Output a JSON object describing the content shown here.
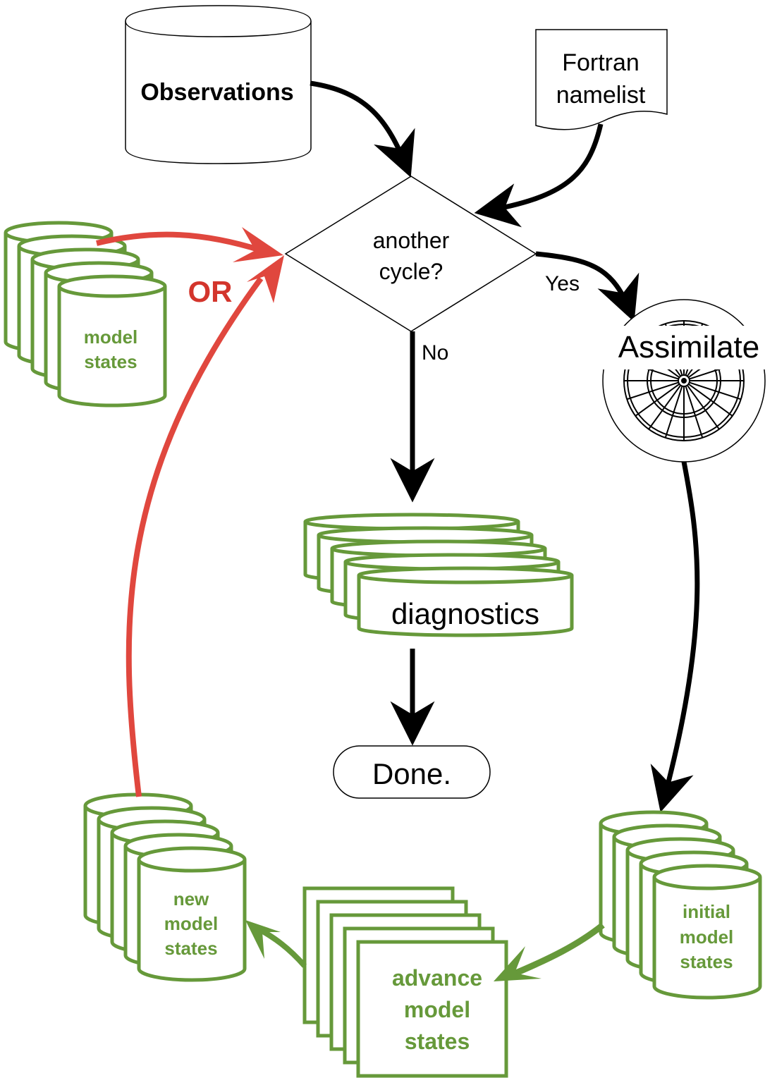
{
  "colors": {
    "green": "#66993a",
    "red": "#e0473e",
    "black": "#000000"
  },
  "nodes": {
    "observations": "Observations",
    "namelist_line1": "Fortran",
    "namelist_line2": "namelist",
    "decision_line1": "another",
    "decision_line2": "cycle?",
    "yes": "Yes",
    "no": "No",
    "or": "OR",
    "assimilate": "Assimilate",
    "diagnostics": "diagnostics",
    "done": "Done.",
    "model_states": [
      "model",
      "states"
    ],
    "new_model_states": [
      "new",
      "model",
      "states"
    ],
    "initial_model_states": [
      "initial",
      "model",
      "states"
    ],
    "advance_model_states": [
      "advance",
      "model",
      "states"
    ]
  }
}
